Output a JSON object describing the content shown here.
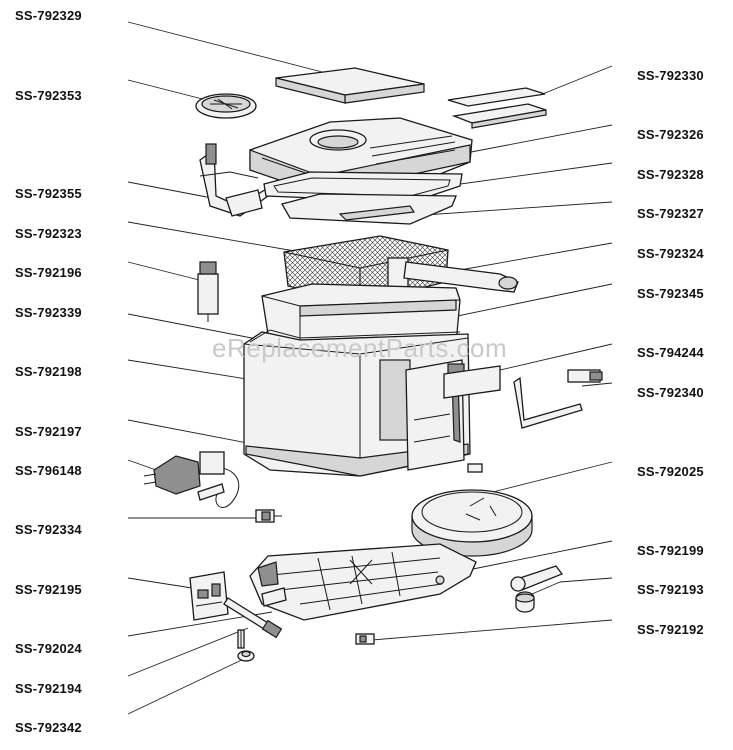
{
  "watermark": "eReplacementParts.com",
  "labels_left": [
    {
      "id": "l1",
      "text": "SS-792329"
    },
    {
      "id": "l2",
      "text": "SS-792353"
    },
    {
      "id": "l3",
      "text": "SS-792355"
    },
    {
      "id": "l4",
      "text": "SS-792323"
    },
    {
      "id": "l5",
      "text": "SS-792196"
    },
    {
      "id": "l6",
      "text": "SS-792339"
    },
    {
      "id": "l7",
      "text": "SS-792198"
    },
    {
      "id": "l8",
      "text": "SS-792197"
    },
    {
      "id": "l9",
      "text": "SS-796148"
    },
    {
      "id": "l10",
      "text": "SS-792334"
    },
    {
      "id": "l11",
      "text": "SS-792195"
    },
    {
      "id": "l12",
      "text": "SS-792024"
    },
    {
      "id": "l13",
      "text": "SS-792194"
    },
    {
      "id": "l14",
      "text": "SS-792342"
    }
  ],
  "labels_right": [
    {
      "id": "r1",
      "text": "SS-792330"
    },
    {
      "id": "r2",
      "text": "SS-792326"
    },
    {
      "id": "r3",
      "text": "SS-792328"
    },
    {
      "id": "r4",
      "text": "SS-792327"
    },
    {
      "id": "r5",
      "text": "SS-792324"
    },
    {
      "id": "r6",
      "text": "SS-792345"
    },
    {
      "id": "r7",
      "text": "SS-794244"
    },
    {
      "id": "r8",
      "text": "SS-792340"
    },
    {
      "id": "r9",
      "text": "SS-792025"
    },
    {
      "id": "r10",
      "text": "SS-792199"
    },
    {
      "id": "r11",
      "text": "SS-792193"
    },
    {
      "id": "r12",
      "text": "SS-792192"
    }
  ]
}
